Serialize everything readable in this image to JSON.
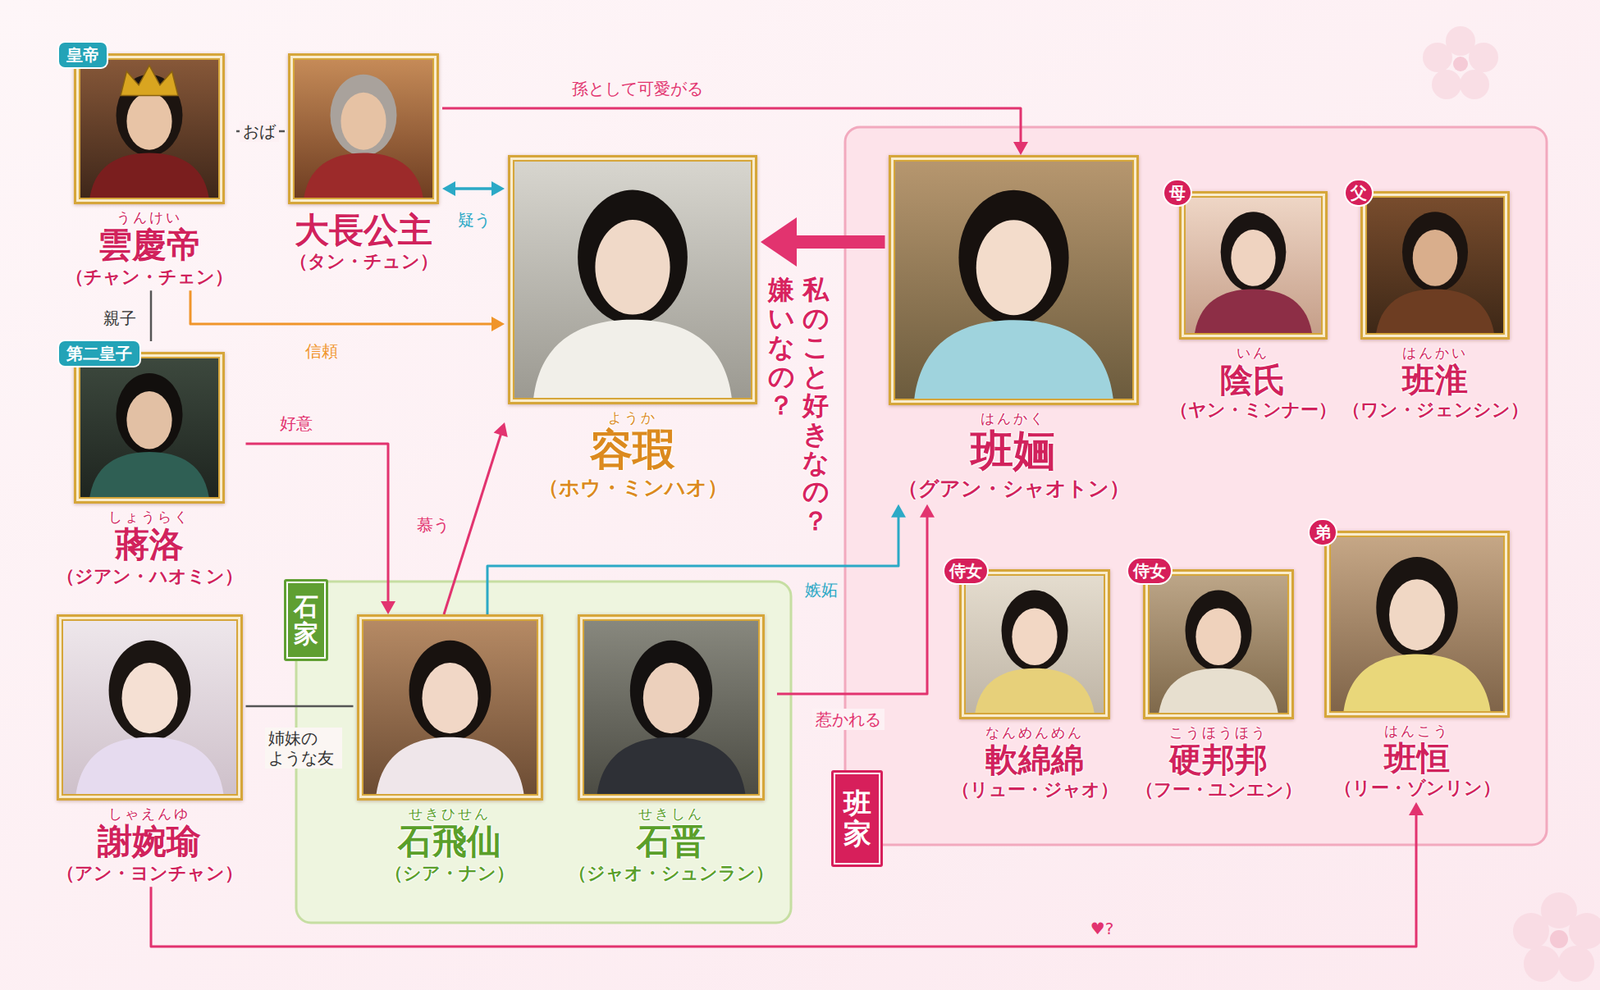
{
  "diagram": {
    "nodes": [
      {
        "text": [
          "皇帝",
          "うんけい",
          "雲慶帝",
          "（チャン・チェン）"
        ]
      },
      {
        "text": [
          "大長公主",
          "（タン・チュン）"
        ]
      },
      {
        "text": [
          "ようか",
          "容瑕",
          "（ホウ・ミンハオ）"
        ]
      },
      {
        "text": [
          "班家"
        ]
      },
      {
        "text": [
          "はんかく",
          "班婳",
          "（グアン・シャオトン）"
        ],
        "in": 3
      },
      {
        "text": [
          "母",
          "いん",
          "陰氏",
          "（ヤン・ミンナー）"
        ],
        "in": 3
      },
      {
        "text": [
          "父",
          "はんかい",
          "班淮",
          "（ワン・ジェンシン）"
        ],
        "in": 3
      },
      {
        "text": [
          "第二皇子",
          "しょうらく",
          "蔣洛",
          "（ジアン・ハオミン）"
        ]
      },
      {
        "text": [
          "石家"
        ]
      },
      {
        "text": [
          "しゃえんゆ",
          "謝婉瑜",
          "（アン・ヨンチャン）"
        ]
      },
      {
        "text": [
          "せきひせん",
          "石飛仙",
          "（シア・ナン）"
        ],
        "in": 8
      },
      {
        "text": [
          "せきしん",
          "石晋",
          "（ジャオ・シュンラン）"
        ],
        "in": 8
      },
      {
        "text": [
          "侍女",
          "なんめんめん",
          "軟綿綿",
          "（リュー・ジャオ）"
        ],
        "in": 3
      },
      {
        "text": [
          "侍女",
          "こうほうほう",
          "硬邦邦",
          "（フー・ユンエン）"
        ],
        "in": 3
      },
      {
        "text": [
          "弟",
          "はんこう",
          "班恒",
          "（リー・ゾンリン）"
        ],
        "in": 3
      }
    ],
    "edges": [
      {
        "from": 0,
        "to": 1,
        "label": "おば",
        "arrow": "none"
      },
      {
        "from": 1,
        "to": 4,
        "label": "孫として可愛がる",
        "arrow": "to"
      },
      {
        "from": 1,
        "to": 2,
        "label": "疑う",
        "arrow": "both"
      },
      {
        "from": 0,
        "to": 2,
        "label": "信頼",
        "arrow": "to"
      },
      {
        "from": 4,
        "to": 2,
        "label": "私のこと好きなの？ 嫌いなの？",
        "arrow": "to"
      },
      {
        "from": 0,
        "to": 7,
        "label": "親子",
        "arrow": "none"
      },
      {
        "from": 7,
        "to": 10,
        "label": "好意",
        "arrow": "to"
      },
      {
        "from": 10,
        "to": 2,
        "label": "慕う",
        "arrow": "to"
      },
      {
        "from": 10,
        "to": 4,
        "label": "嫉妬",
        "arrow": "to"
      },
      {
        "from": 9,
        "to": 10,
        "label": "姉妹の ような友",
        "arrow": "none"
      },
      {
        "from": 11,
        "to": 4,
        "label": "惹かれる",
        "arrow": "to"
      },
      {
        "from": 9,
        "to": 14,
        "label": "♥?",
        "arrow": "to"
      }
    ]
  }
}
